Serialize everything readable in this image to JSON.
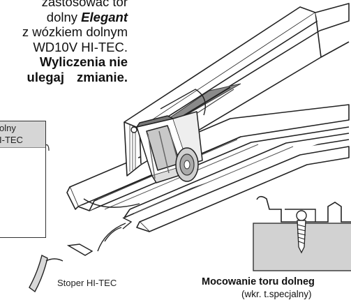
{
  "text_block": {
    "line1": "zastosować  tor",
    "line2_a": "dolny ",
    "line2_b": "Elegant",
    "line3": "z wózkiem dolnym",
    "line4": "WD10V HI-TEC.",
    "line5": "Wyliczenia nie",
    "line6_a": "ulegaj",
    "line6_b": "zmianie."
  },
  "inset": {
    "label_1": "olny",
    "label_2": "I-TEC"
  },
  "labels": {
    "stoper": "Stoper HI-TEC",
    "mount_title": "Mocowanie toru dolneg",
    "mount_note": "(wkr. t.specjalny)"
  }
}
